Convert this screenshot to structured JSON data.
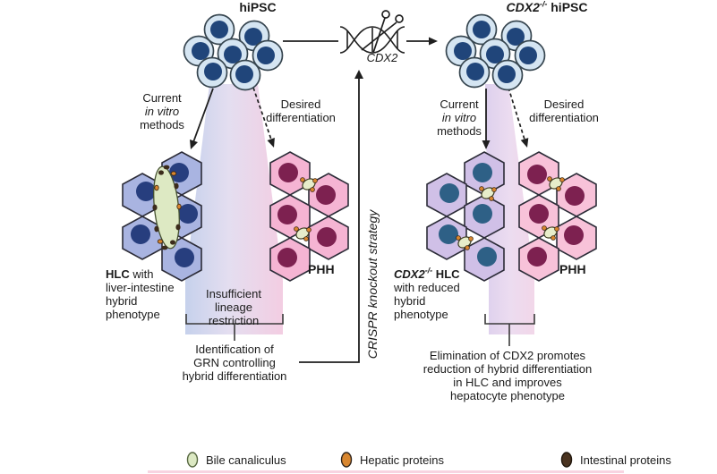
{
  "figure": {
    "top": {
      "hipsc_title": "hiPSC",
      "ko_title": {
        "gene": "CDX2",
        "sup": "-/-",
        "rest": " hiPSC"
      },
      "dna_gene_label": "CDX2"
    },
    "left": {
      "current_methods": [
        "Current",
        "in vitro",
        "methods"
      ],
      "desired": [
        "Desired",
        "differentiation"
      ],
      "hlc": {
        "bold": "HLC",
        "rest": " with",
        "lines": [
          "liver-intestine",
          "hybrid",
          "phenotype"
        ]
      },
      "phh": "PHH",
      "funnel_caption": [
        "Insufficient",
        "lineage",
        "restriction"
      ],
      "outcome": [
        "Identification of",
        "GRN controlling",
        "hybrid differentiation"
      ]
    },
    "right": {
      "current_methods": [
        "Current",
        "in vitro",
        "methods"
      ],
      "desired": [
        "Desired",
        "differentiation"
      ],
      "hlc": {
        "gene": "CDX2",
        "sup": "-/-",
        "rest": " HLC",
        "lines": [
          "with reduced",
          "hybrid",
          "phenotype"
        ]
      },
      "phh": "PHH",
      "outcome": [
        "Elimination of CDX2 promotes",
        "reduction of hybrid differentiation",
        "in HLC and improves",
        "hepatocyte phenotype"
      ]
    },
    "center": {
      "crispr": "CRISPR knockout strategy"
    },
    "legend": [
      {
        "label": "Bile canaliculus",
        "color": "#dce9c3"
      },
      {
        "label": "Hepatic proteins",
        "color": "#d8862f"
      },
      {
        "label": "Intestinal proteins",
        "color": "#4a3320"
      }
    ],
    "colors": {
      "hlc_cell": "#a9b4e1",
      "hlc_nucleus": "#273e7e",
      "phh_cell": "#f5b4d3",
      "phh_nucleus": "#7d2150",
      "ko_hlc_cell": "#d0c0e7",
      "ko_hlc_nucleus": "#2e6086",
      "hipsc_cell": "#d5e5f2",
      "hipsc_nucleus": "#20457a",
      "funnel_blue": "#c6d1ec",
      "funnel_pink": "#f3cde2",
      "bile_canaliculus": "#dce9c3",
      "hepatic_protein": "#d8862f",
      "intestinal_protein": "#3b2b1b"
    }
  }
}
